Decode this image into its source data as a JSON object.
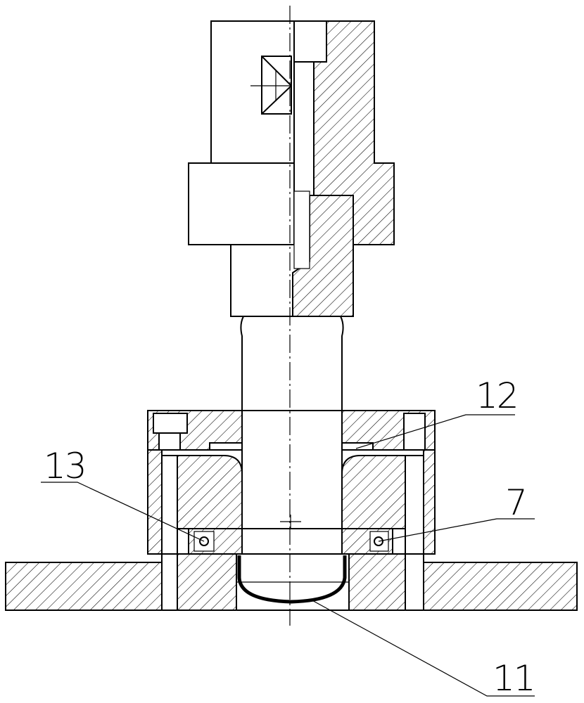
{
  "drawing": {
    "labels": {
      "l12": "12",
      "l13": "13",
      "l7": "7",
      "l11": "11"
    }
  }
}
